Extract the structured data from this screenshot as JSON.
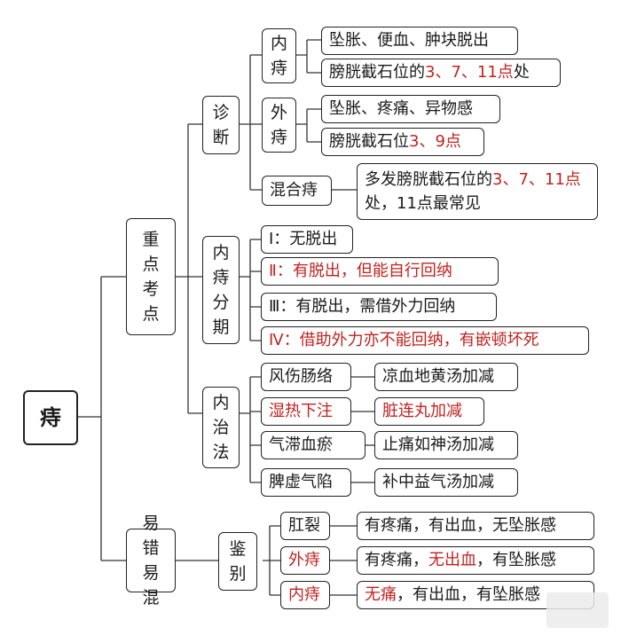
{
  "root": "痔",
  "l1": {
    "key_points": "重点考点",
    "confusing": "易错易混"
  },
  "l2": {
    "diagnosis": "诊断",
    "internal_staging": "内痔分期",
    "internal_treatment": "内治法",
    "differentiation": "鉴别"
  },
  "diagnosis": {
    "internal": {
      "label": "内痔",
      "symptoms": "坠胀、便血、肿块脱出",
      "position_prefix": "膀胱截石位的",
      "position_red": "3、7、11点",
      "position_suffix": "处"
    },
    "external": {
      "label": "外痔",
      "symptoms": "坠胀、疼痛、异物感",
      "position_prefix": "膀胱截石位",
      "position_red": "3、9点"
    },
    "mixed": {
      "label": "混合痔",
      "desc_prefix": "多发膀胱截石位的",
      "desc_red": "3、7、11点",
      "desc_suffix": "处，11点最常见"
    }
  },
  "stages": [
    {
      "text": "Ⅰ：无脱出",
      "highlight": false
    },
    {
      "text": "Ⅱ：有脱出，但能自行回纳",
      "highlight": true
    },
    {
      "text": "Ⅲ：有脱出，需借外力回纳",
      "highlight": false
    },
    {
      "text": "Ⅳ：借助外力亦不能回纳，有嵌顿坏死",
      "highlight": true
    }
  ],
  "treatments": [
    {
      "syndrome": "风伤肠络",
      "formula": "凉血地黄汤加减",
      "highlight": false
    },
    {
      "syndrome": "湿热下注",
      "formula": "脏连丸加减",
      "highlight": true
    },
    {
      "syndrome": "气滞血瘀",
      "formula": "止痛如神汤加减",
      "highlight": false
    },
    {
      "syndrome": "脾虚气陷",
      "formula": "补中益气汤加减",
      "highlight": false
    }
  ],
  "differentiation": [
    {
      "label": "肛裂",
      "label_red": false,
      "parts": [
        {
          "t": "有疼痛，有出血，无坠胀感",
          "red": false
        }
      ]
    },
    {
      "label": "外痔",
      "label_red": true,
      "parts": [
        {
          "t": "有疼痛，",
          "red": false
        },
        {
          "t": "无出血",
          "red": true
        },
        {
          "t": "，有坠胀感",
          "red": false
        }
      ]
    },
    {
      "label": "内痔",
      "label_red": true,
      "parts": [
        {
          "t": "无痛",
          "red": true
        },
        {
          "t": "，有出血，有坠胀感",
          "red": false
        }
      ]
    }
  ],
  "colors": {
    "highlight": "#c0231f",
    "border": "#222222",
    "line": "#333333"
  }
}
